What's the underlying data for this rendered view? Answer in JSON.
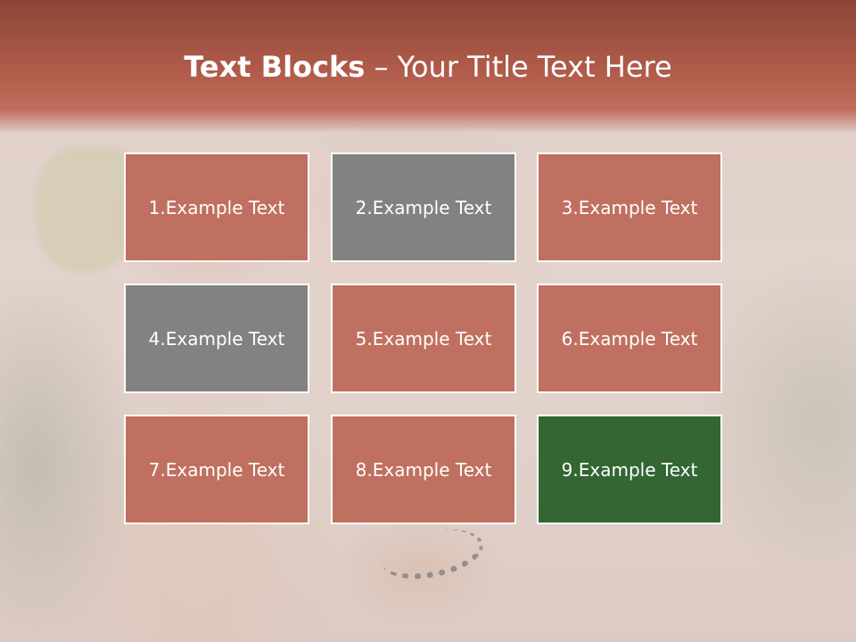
{
  "slide": {
    "title_bold": "Text Blocks",
    "title_separator": " – ",
    "title_rest": "Your Title Text Here"
  },
  "blocks": [
    {
      "label": "1.Example Text",
      "color": "#c07060"
    },
    {
      "label": "2.Example Text",
      "color": "#828282"
    },
    {
      "label": "3.Example Text",
      "color": "#c07060"
    },
    {
      "label": "4.Example Text",
      "color": "#828282"
    },
    {
      "label": "5.Example Text",
      "color": "#c07060"
    },
    {
      "label": "6.Example Text",
      "color": "#c07060"
    },
    {
      "label": "7.Example Text",
      "color": "#c07060"
    },
    {
      "label": "8.Example Text",
      "color": "#c07060"
    },
    {
      "label": "9.Example Text",
      "color": "#336633"
    }
  ],
  "colors": {
    "title_band": "#b25c4b",
    "block_border": "#ffffff"
  }
}
